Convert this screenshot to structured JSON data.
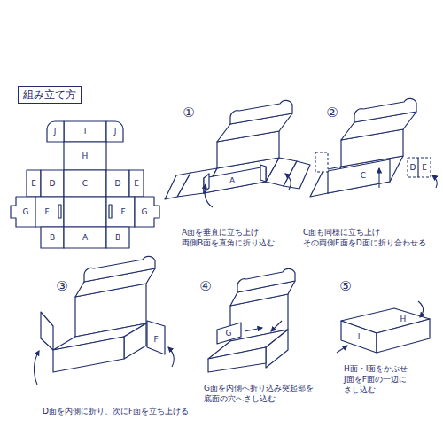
{
  "diagram": {
    "title": "組み立て方",
    "labels": [
      "J",
      "I",
      "J",
      "H",
      "E",
      "D",
      "C",
      "D",
      "E",
      "G",
      "F",
      "F",
      "G",
      "B",
      "A",
      "B",
      "①",
      "A",
      "A面を垂直に立ち上げ 両側B面を直角に折り込む",
      "②",
      "C",
      "D",
      "E",
      "C面も同様に立ち上げ その両側E面をD面に折り合わせる",
      "③",
      "F",
      "D面を内側に折り、次にF面を立ち上げる",
      "④",
      "G",
      "G面を内側へ折り込み突起部を 底面の穴へさし込む",
      "⑤",
      "H",
      "I",
      "H面・I面をかぶせ J面をF面の一辺に さし込む"
    ]
  }
}
